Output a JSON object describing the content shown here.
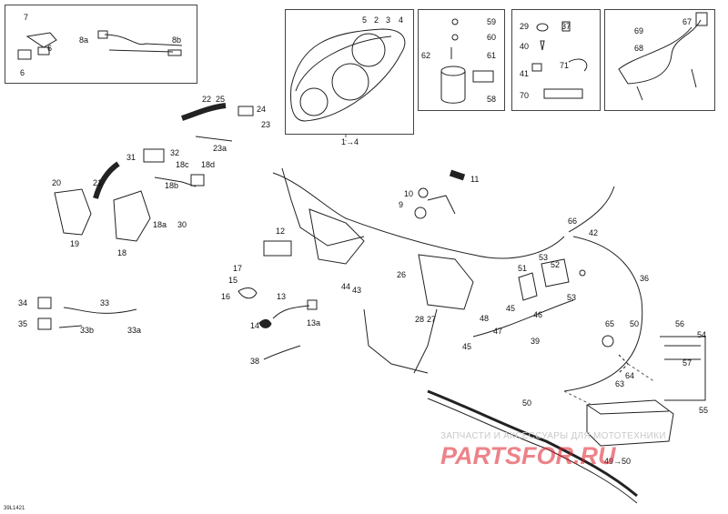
{
  "diagram": {
    "drawing_code": "39L1421",
    "watermark": {
      "line1": "ЗАПЧАСТИ И АКСЕССУАРЫ ДЛЯ МОТОТЕХНИКИ",
      "line2": "PARTSFOR.RU"
    },
    "colors": {
      "line": "#222222",
      "watermark_red": "#dc1e28",
      "watermark_gray": "#c9c9c9"
    },
    "callouts": [
      "7",
      "8a",
      "8b",
      "6",
      "6",
      "1→4",
      "5",
      "2",
      "3",
      "4",
      "59",
      "60",
      "62",
      "61",
      "58",
      "29",
      "37",
      "40",
      "71",
      "41",
      "70",
      "69",
      "67",
      "68",
      "22",
      "25",
      "24",
      "23",
      "23a",
      "31",
      "32",
      "18c",
      "18d",
      "18b",
      "20",
      "21",
      "19",
      "18",
      "18a",
      "30",
      "10",
      "11",
      "9",
      "12",
      "26",
      "66",
      "42",
      "36",
      "53",
      "52",
      "51",
      "53",
      "45",
      "46",
      "17",
      "15",
      "16",
      "13",
      "13a",
      "14",
      "44",
      "43",
      "28",
      "27",
      "48",
      "47",
      "45",
      "39",
      "65",
      "50",
      "56",
      "54",
      "63",
      "64",
      "57",
      "55",
      "38",
      "34",
      "35",
      "33",
      "33b",
      "33a",
      "49→50",
      "50"
    ]
  }
}
